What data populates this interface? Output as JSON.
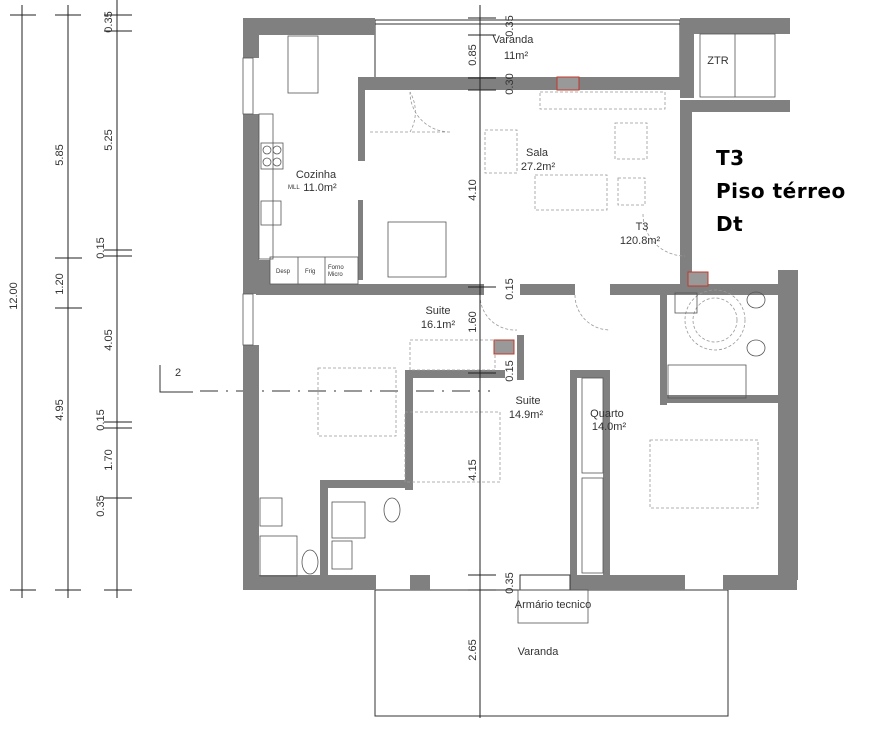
{
  "title": {
    "line1": "T3",
    "line2": "Piso térreo",
    "line3": "Dt"
  },
  "section_marker": "2",
  "rooms": {
    "varanda_top": {
      "name": "Varanda",
      "area": "11m²"
    },
    "ztr": {
      "name": "ZTR"
    },
    "cozinha": {
      "name": "Cozinha",
      "area": "11.0m²"
    },
    "sala": {
      "name": "Sala",
      "area": "27.2m²"
    },
    "apartment": {
      "name": "T3",
      "area": "120.8m²"
    },
    "suite1": {
      "name": "Suite",
      "area": "16.1m²"
    },
    "suite2": {
      "name": "Suite",
      "area": "14.9m²"
    },
    "quarto": {
      "name": "Quarto",
      "area": "14.0m²"
    },
    "armario": {
      "name": "Armário tecnico"
    },
    "varanda_bottom": {
      "name": "Varanda"
    }
  },
  "kitchen_units": {
    "mll": "MLL",
    "desp": "Desp",
    "frig": "Frig",
    "forno1": "Forno",
    "forno2": "Micro"
  },
  "dimensions": {
    "left_total": "12.00",
    "left_mid": [
      "5.85",
      "1.20",
      "4.95"
    ],
    "left_inner": [
      "0.35",
      "5.25",
      "0.15",
      "4.05",
      "0.15",
      "1.70",
      "0.35"
    ],
    "center": [
      "0.35",
      "0.85",
      "0.30",
      "4.10",
      "0.15",
      "1.60",
      "0.15",
      "4.15",
      "0.35",
      "2.65"
    ]
  },
  "colors": {
    "wall": "#808080",
    "shaft": "#c0392b"
  }
}
